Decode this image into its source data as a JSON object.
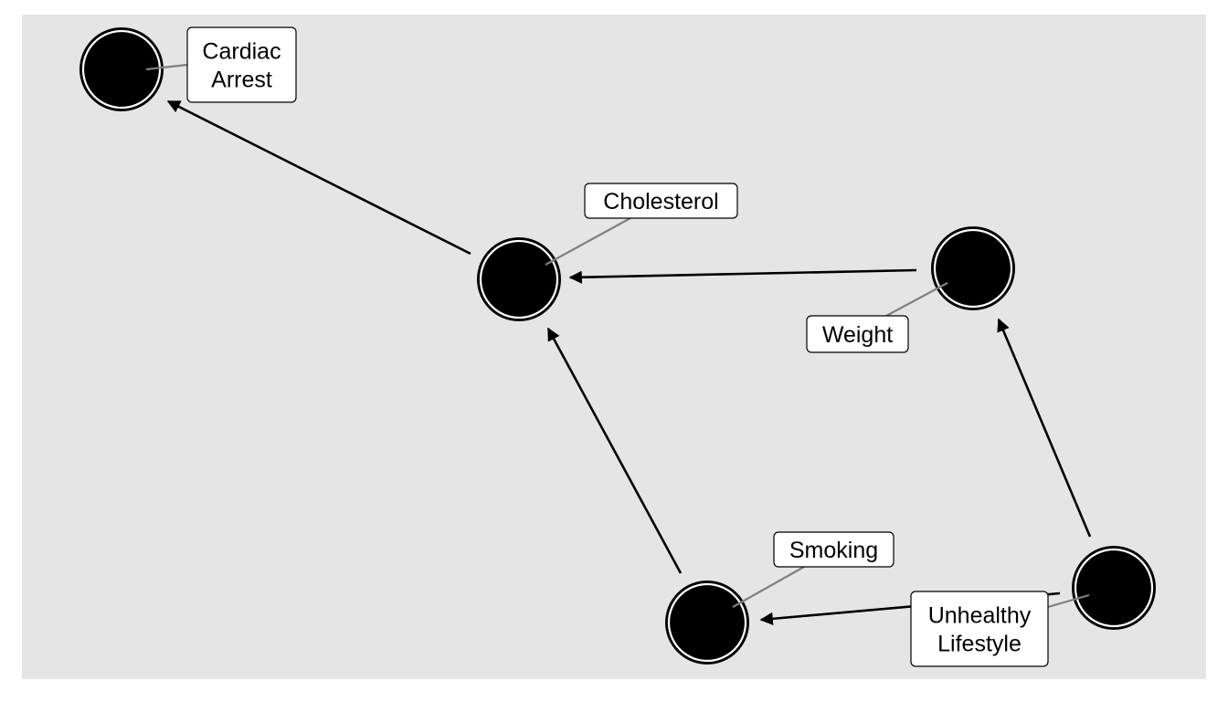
{
  "colors": {
    "panel_background": "#e5e5e5",
    "node_fill": "#000000",
    "node_ring": "#ffffff",
    "edge": "#000000",
    "leader_line": "#7f7f7f",
    "label_background": "#ffffff"
  },
  "nodes": [
    {
      "id": "cardiac_arrest",
      "label_lines": [
        "Cardiac",
        "Arrest"
      ]
    },
    {
      "id": "cholesterol",
      "label_lines": [
        "Cholesterol"
      ]
    },
    {
      "id": "weight",
      "label_lines": [
        "Weight"
      ]
    },
    {
      "id": "smoking",
      "label_lines": [
        "Smoking"
      ]
    },
    {
      "id": "unhealthy_lifestyle",
      "label_lines": [
        "Unhealthy",
        "Lifestyle"
      ]
    }
  ],
  "edges": [
    {
      "from": "cholesterol",
      "to": "cardiac_arrest"
    },
    {
      "from": "weight",
      "to": "cholesterol"
    },
    {
      "from": "smoking",
      "to": "cholesterol"
    },
    {
      "from": "unhealthy_lifestyle",
      "to": "weight"
    },
    {
      "from": "unhealthy_lifestyle",
      "to": "smoking"
    }
  ]
}
